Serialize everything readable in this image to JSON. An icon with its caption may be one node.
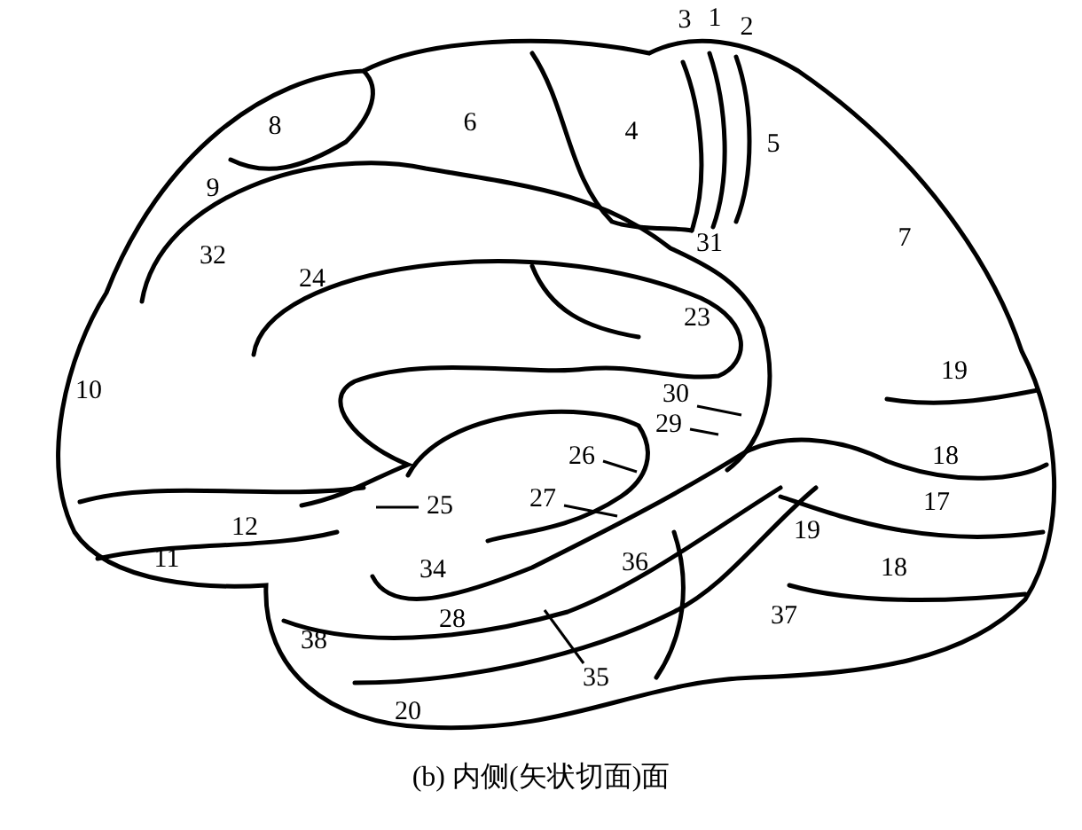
{
  "diagram": {
    "caption": "(b) 内侧(矢状切面)面",
    "nodes": [
      {
        "text": [
          "25"
        ]
      },
      {
        "text": [
          "26"
        ]
      },
      {
        "text": [
          "27"
        ]
      },
      {
        "text": [
          "29"
        ]
      },
      {
        "text": [
          "30"
        ]
      },
      {
        "text": [
          "35"
        ]
      }
    ],
    "edges": [
      {
        "from": 0,
        "to": null,
        "arrow": "none"
      },
      {
        "from": 1,
        "to": null,
        "arrow": "none"
      },
      {
        "from": 2,
        "to": null,
        "arrow": "none"
      },
      {
        "from": 3,
        "to": null,
        "arrow": "none"
      },
      {
        "from": 4,
        "to": null,
        "arrow": "none"
      },
      {
        "from": 5,
        "to": null,
        "arrow": "none"
      }
    ],
    "labels": [
      "3",
      "1",
      "2",
      "8",
      "6",
      "4",
      "5",
      "9",
      "31",
      "7",
      "32",
      "24",
      "23",
      "19",
      "10",
      "18",
      "12",
      "11",
      "17",
      "34",
      "19",
      "36",
      "37",
      "18",
      "28",
      "38",
      "20"
    ]
  }
}
